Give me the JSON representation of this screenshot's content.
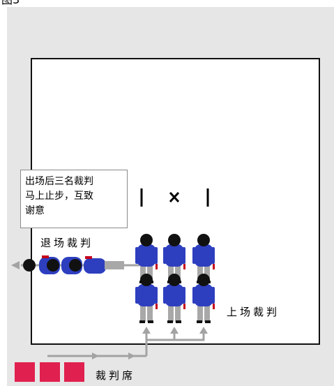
{
  "figure_label": "图3",
  "callout_text": "出场后三名裁判\n马上止步，互致\n谢意",
  "center_mark": "| × |",
  "labels": {
    "exit_referees": "退场裁判",
    "enter_referees": "上场裁判",
    "judges_table": "裁判席"
  },
  "colors": {
    "outer_background": "#e6e6e6",
    "court_background": "#ffffff",
    "court_border": "#111111",
    "referee_shirt": "#2d3fbf",
    "referee_pants": "#a8a8a8",
    "referee_head": "#111111",
    "arrow_gray": "#a3a3a3",
    "table_red": "#e0204e"
  }
}
